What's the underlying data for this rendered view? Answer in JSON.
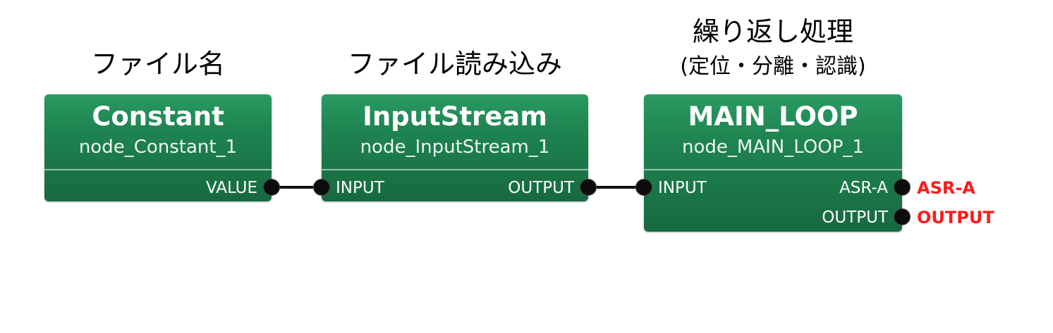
{
  "captions": {
    "constant": "ファイル名",
    "inputstream": "ファイル読み込み",
    "mainloop_line1": "繰り返し処理",
    "mainloop_line2": "(定位・分離・認識)"
  },
  "nodes": {
    "constant": {
      "type": "Constant",
      "name": "node_Constant_1",
      "outputs": [
        "VALUE"
      ]
    },
    "inputstream": {
      "type": "InputStream",
      "name": "node_InputStream_1",
      "inputs": [
        "INPUT"
      ],
      "outputs": [
        "OUTPUT"
      ]
    },
    "mainloop": {
      "type": "MAIN_LOOP",
      "name": "node_MAIN_LOOP_1",
      "inputs": [
        "INPUT"
      ],
      "outputs": [
        "ASR-A",
        "OUTPUT"
      ]
    }
  },
  "external_outputs": [
    "ASR-A",
    "OUTPUT"
  ],
  "colors": {
    "node_green": "#1f8652",
    "wire": "#111111",
    "external_label": "#ff1a1a"
  }
}
